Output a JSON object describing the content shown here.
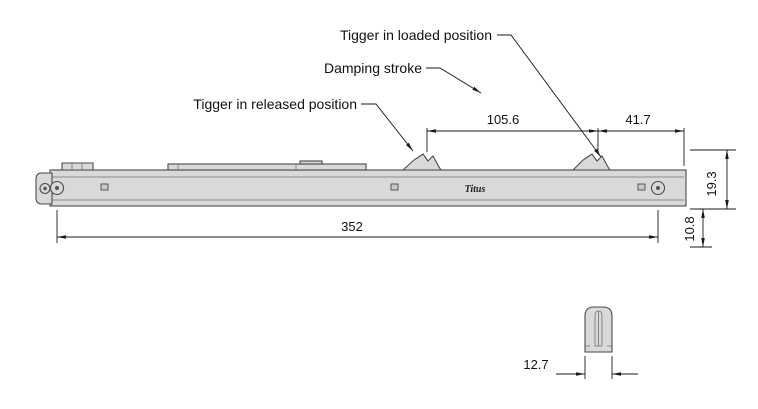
{
  "diagram": {
    "labels": {
      "trigger_loaded": "Tigger in loaded position",
      "damping_stroke": "Damping stroke",
      "trigger_released": "Tigger in released position"
    },
    "dimensions": {
      "damping_span": "105.6",
      "trigger_offset": "41.7",
      "overall_length": "352",
      "body_height": "19.3",
      "body_depth": "10.8",
      "trigger_width": "12.7"
    },
    "brand": "Titus",
    "colors": {
      "background": "#ffffff",
      "line": "#1a1a1a",
      "part_fill": "#d9d9d9",
      "part_stroke": "#4a4a4a",
      "text": "#111111"
    }
  }
}
